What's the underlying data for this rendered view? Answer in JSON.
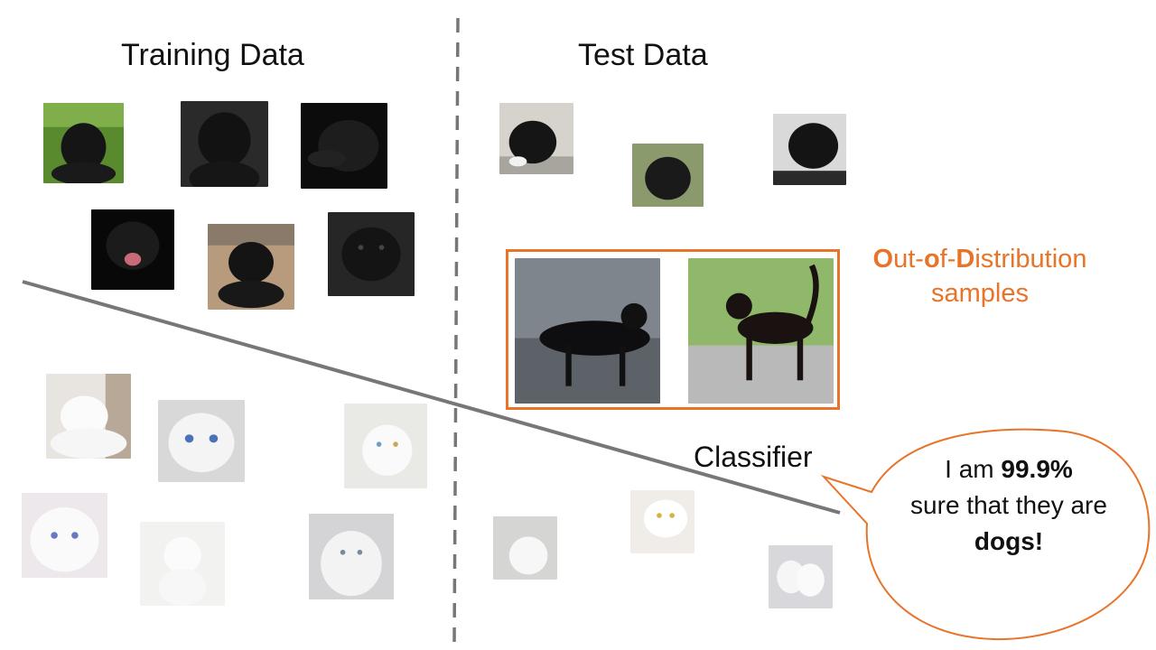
{
  "headings": {
    "training": "Training Data",
    "test": "Test Data"
  },
  "ood": {
    "part1_bold": "O",
    "part1_rest": "ut-",
    "part2_bold": "o",
    "part2_rest": "f-",
    "part3_bold": "D",
    "part3_rest": "istribution",
    "line2": "samples"
  },
  "classifier_label": "Classifier",
  "speech_bubble": {
    "prefix": "I am ",
    "confidence": "99.9%",
    "middle": "sure that they are ",
    "claim": "dogs!"
  },
  "colors": {
    "accent": "#e8742a",
    "divider": "#777777",
    "boundary": "#777777"
  },
  "images": {
    "training_dogs": [
      "black-puppy-on-grass-photo",
      "black-labrador-photo",
      "black-flat-coat-dog-photo",
      "black-lab-open-mouth-photo",
      "black-puppy-on-deck-photo",
      "black-pug-photo"
    ],
    "training_cats": [
      "white-cat-lying-photo",
      "white-cat-blue-eyes-photo",
      "white-cat-odd-eyes-photo",
      "white-kitten-photo",
      "white-cat-sitting-photo",
      "white-persian-cat-photo"
    ],
    "test_dogs": [
      "black-puppy-peeking-photo",
      "black-dog-outdoors-photo",
      "black-lab-resting-photo"
    ],
    "test_ood_cats": [
      "black-cat-walking-road-photo",
      "black-cat-walking-grass-photo"
    ],
    "test_white_cats": [
      "white-cat-sitting-photo",
      "white-cat-yellow-eyes-photo",
      "two-white-kittens-photo"
    ]
  }
}
